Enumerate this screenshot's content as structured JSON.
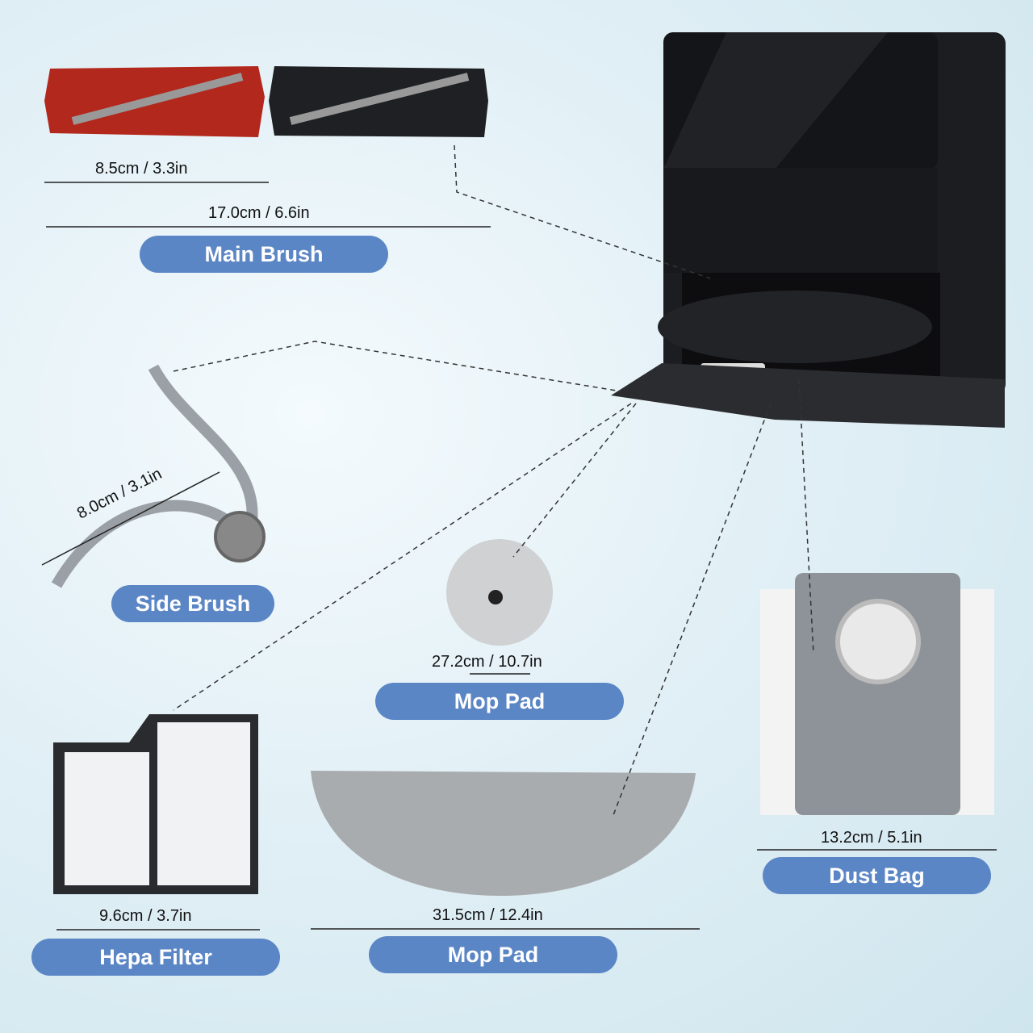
{
  "parts": [
    {
      "label": "Main Brush",
      "dimensions": [
        "8.5cm / 3.3in",
        "17.0cm / 6.6in"
      ]
    },
    {
      "label": "Side Brush",
      "dimensions": [
        "8.0cm / 3.1in"
      ]
    },
    {
      "label": "Mop Pad",
      "dimensions": [
        "27.2cm / 10.7in"
      ]
    },
    {
      "label": "Hepa Filter",
      "dimensions": [
        "9.6cm / 3.7in"
      ]
    },
    {
      "label": "Mop Pad",
      "dimensions": [
        "31.5cm / 12.4in"
      ]
    },
    {
      "label": "Dust Bag",
      "dimensions": [
        "13.2cm / 5.1in"
      ]
    }
  ],
  "colors": {
    "label_bg": "#5b86c5",
    "station": "#1c1d20",
    "brush_red": "#b3281c"
  }
}
